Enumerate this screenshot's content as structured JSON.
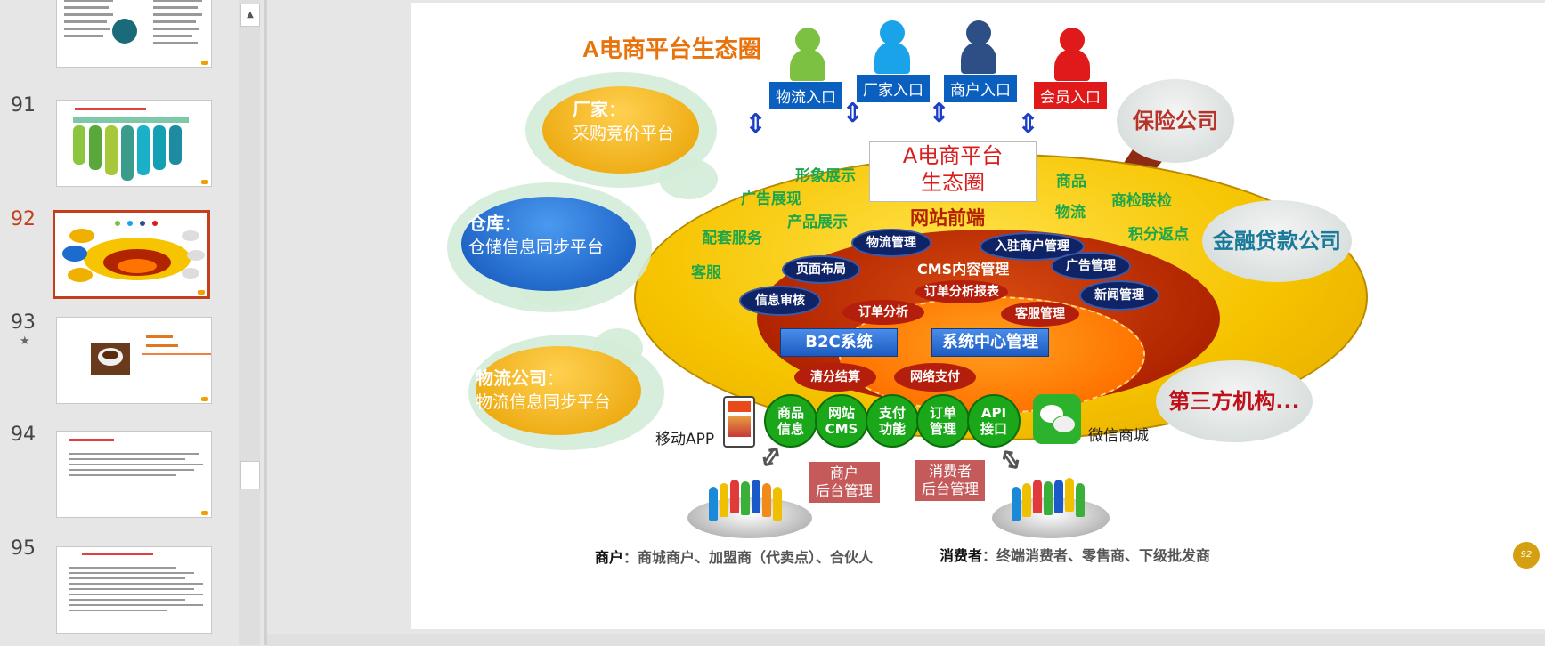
{
  "thumbnails": {
    "numbers": [
      "91",
      "92",
      "93",
      "94",
      "95"
    ],
    "selected": "92",
    "star_glyph": "★"
  },
  "slide": {
    "title": "A电商平台生态圈",
    "entries": [
      "物流入口",
      "厂家入口",
      "商户入口",
      "会员入口"
    ],
    "person_colors": [
      "#7dc142",
      "#1aa3e8",
      "#2d4f86",
      "#e01a1a"
    ],
    "entry_colors": [
      "#0a5fbf",
      "#0a5fbf",
      "#0a5fbf",
      "#e01a1a"
    ],
    "front_box": {
      "line1": "A电商平台",
      "line2": "生态圈"
    },
    "website_front": "网站前端",
    "left_labels": [
      "形象展示",
      "广告展现",
      "产品展示",
      "配套服务",
      "客服"
    ],
    "right_labels": [
      "商品",
      "商检联检",
      "物流",
      "积分返点"
    ],
    "cms_title": "CMS内容管理",
    "navy_pills": [
      "物流管理",
      "入驻商户管理",
      "页面布局",
      "广告管理",
      "信息审核",
      "新闻管理"
    ],
    "red_pills": [
      "订单分析报表",
      "订单分析",
      "客服管理",
      "清分结算",
      "网络支付"
    ],
    "blue_buttons": [
      "B2C系统",
      "系统中心管理"
    ],
    "bubbles": {
      "manufacturer": {
        "name": "厂家",
        "sep": "：",
        "desc": "采购竞价平台"
      },
      "warehouse": {
        "name": "仓库",
        "sep": "：",
        "desc": "仓储信息同步平台"
      },
      "logistics": {
        "name": "物流公司",
        "sep": "：",
        "desc": "物流信息同步平台"
      }
    },
    "partners": {
      "insurance": "保险公司",
      "finance": "金融贷款公司",
      "third_party": "第三方机构..."
    },
    "modules": [
      "商品\n信息",
      "网站\nCMS",
      "支付\n功能",
      "订单\n管理",
      "API\n接口"
    ],
    "mobile_app": "移动APP",
    "wechat_mall": "微信商城",
    "merchant_backend": "商户\n后台管理",
    "consumer_backend": "消费者\n后台管理",
    "merchant_label": "商户",
    "merchant_desc": "：商城商户、加盟商（代卖点）、合伙人",
    "consumer_label": "消费者",
    "consumer_desc": "：终端消费者、零售商、下级批发商",
    "page_number": "92"
  }
}
